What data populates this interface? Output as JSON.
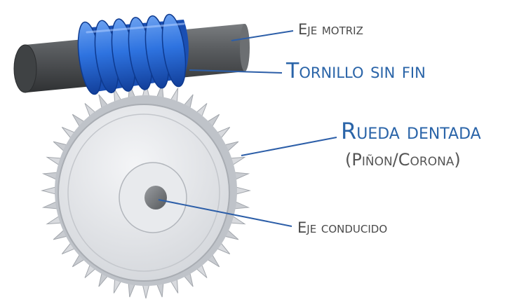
{
  "labels": {
    "drive_shaft": "Eje motriz",
    "worm": "Tornillo sin fin",
    "wheel": "Rueda dentada",
    "wheel_sub": "(Piñon/Corona)",
    "driven_shaft": "Eje conducido"
  },
  "colors": {
    "worm_blue": "#1f63d6",
    "label_blue": "#2a64a8",
    "leader_blue": "#2c5ea8",
    "shaft_gray": "#505356",
    "gear_gray": "#dcdee2"
  },
  "gear": {
    "teeth": 40
  }
}
